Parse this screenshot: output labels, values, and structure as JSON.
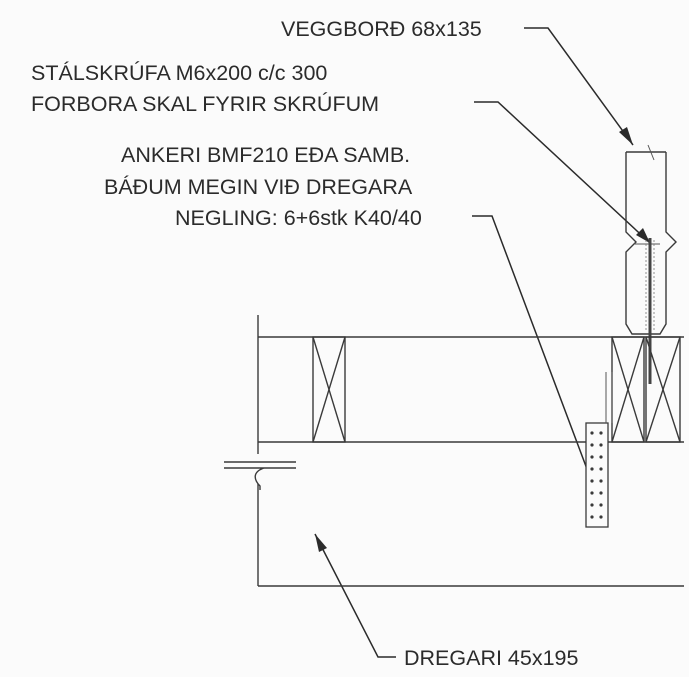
{
  "labels": {
    "wall_plate": "VEGGBORÐ 68x135",
    "screw_line1": "STÁLSKRÚFA M6x200 c/c 300",
    "screw_line2": "FORBORA SKAL FYRIR SKRÚFUM",
    "anchor_line1": "ANKERI BMF210 EÐA SAMB.",
    "anchor_line2": "BÁÐUM MEGIN VIÐ DREGARA",
    "anchor_line3": "NEGLING: 6+6stk K40/40",
    "beam": "DREGARI 45x195"
  }
}
